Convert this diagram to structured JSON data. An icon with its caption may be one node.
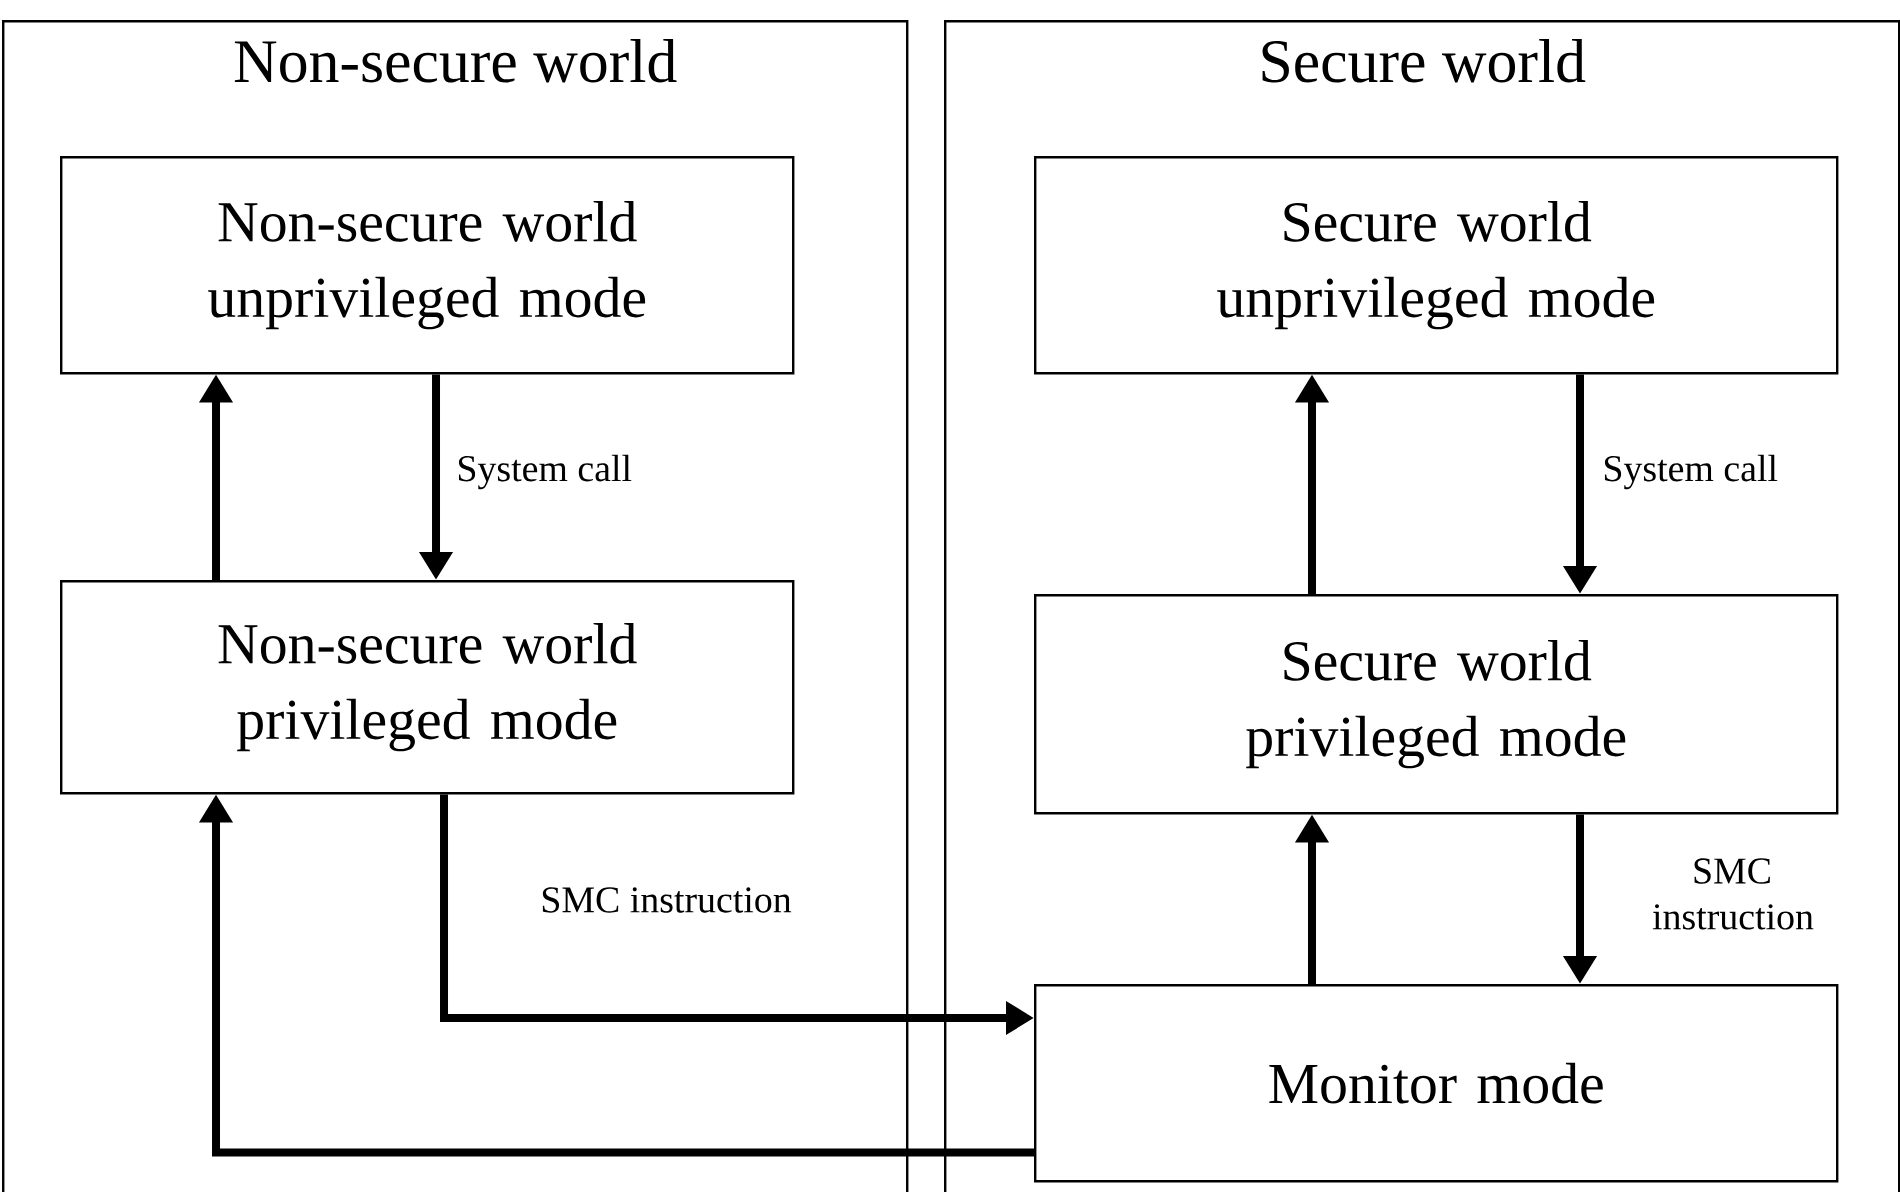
{
  "diagram": {
    "nodes": [
      {
        "text": [
          "Non-secure world"
        ]
      },
      {
        "text": [
          "Secure world"
        ]
      },
      {
        "text": [
          "Non-secure world unprivileged mode"
        ],
        "in": 0
      },
      {
        "text": [
          "Non-secure world privileged mode"
        ],
        "in": 0
      },
      {
        "text": [
          "Secure world unprivileged mode"
        ],
        "in": 1
      },
      {
        "text": [
          "Secure world privileged mode"
        ],
        "in": 1
      },
      {
        "text": [
          "Monitor mode"
        ],
        "in": 1
      }
    ],
    "edges": [
      {
        "from": 3,
        "to": 2,
        "arrow": "to"
      },
      {
        "from": 2,
        "to": 3,
        "arrow": "to",
        "label": "System call"
      },
      {
        "from": 5,
        "to": 4,
        "arrow": "to"
      },
      {
        "from": 4,
        "to": 5,
        "arrow": "to",
        "label": "System call"
      },
      {
        "from": 6,
        "to": 5,
        "arrow": "to"
      },
      {
        "from": 5,
        "to": 6,
        "arrow": "to",
        "label": "SMC instruction"
      },
      {
        "from": 3,
        "to": 6,
        "arrow": "to",
        "label": "SMC instruction"
      },
      {
        "from": 6,
        "to": 3,
        "arrow": "to"
      }
    ]
  }
}
